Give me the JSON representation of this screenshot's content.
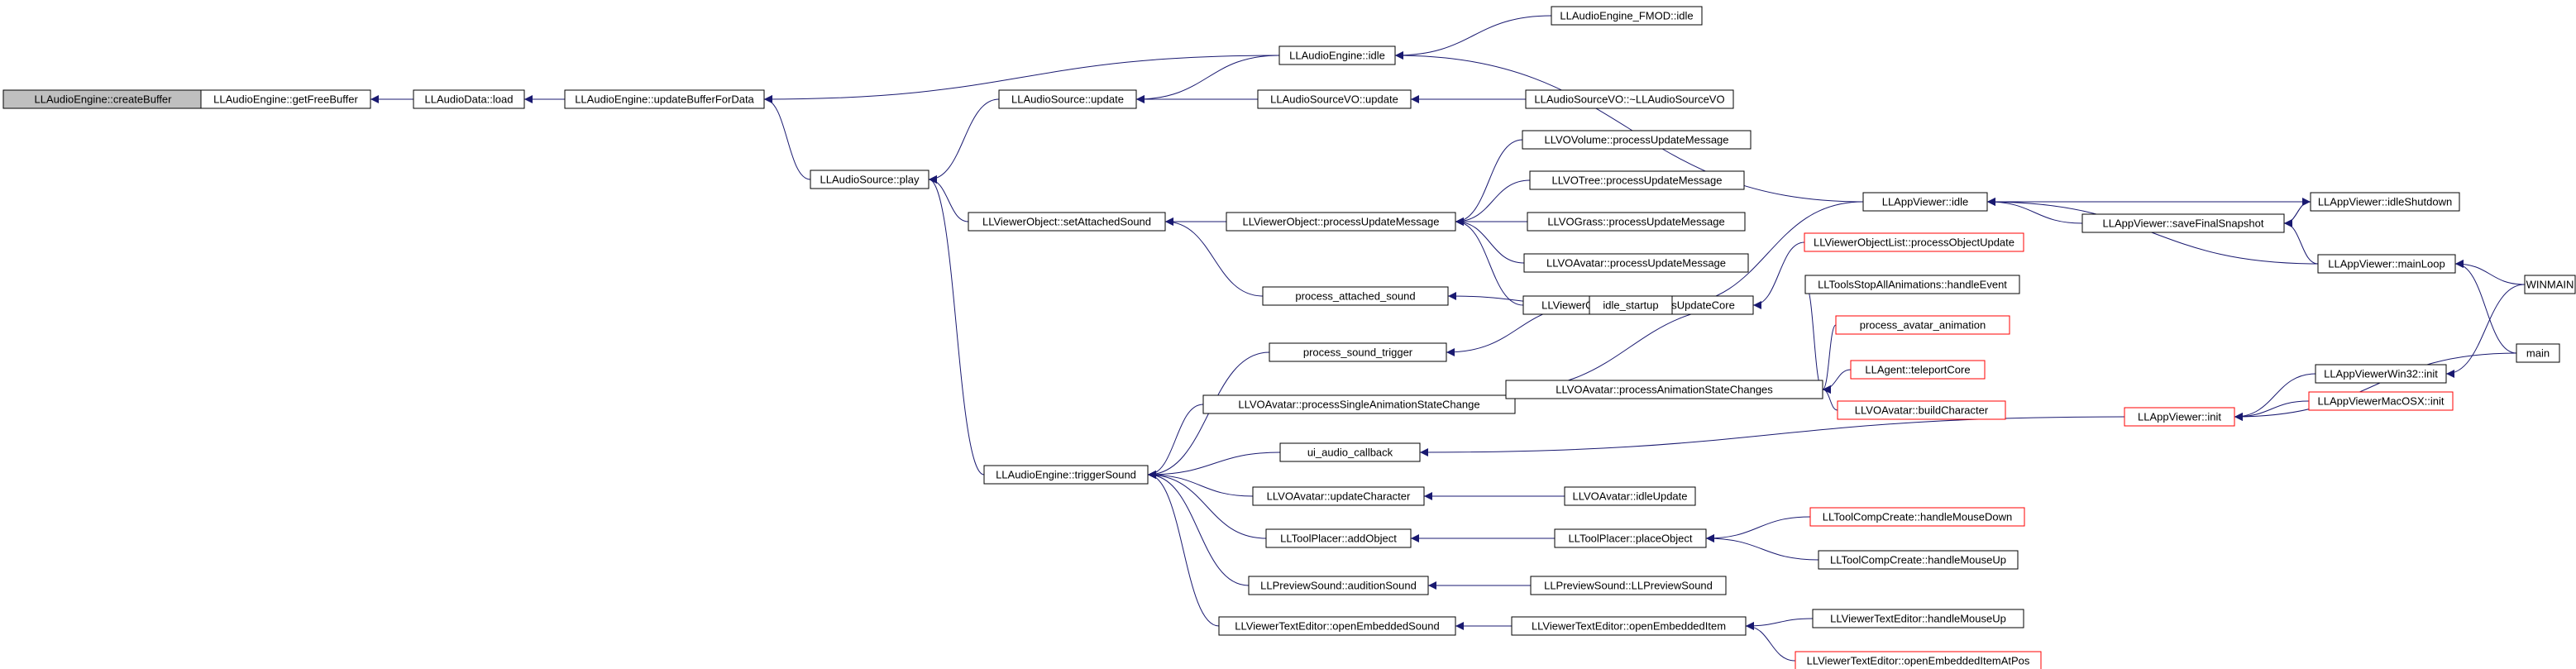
{
  "colors": {
    "edge": "#191970",
    "box": "#000000",
    "box_missing": "#ff0000",
    "highlight_fill": "#bfbfbf",
    "text": "#000000"
  },
  "nodes": [
    {
      "id": "n0",
      "label": "LLAudioEngine::createBuffer",
      "highlight": true
    },
    {
      "id": "n1",
      "label": "LLAudioEngine::getFreeBuffer"
    },
    {
      "id": "n2",
      "label": "LLAudioData::load"
    },
    {
      "id": "n3",
      "label": "LLAudioEngine::updateBufferForData"
    },
    {
      "id": "n4",
      "label": "LLAudioEngine::idle"
    },
    {
      "id": "n5",
      "label": "LLAudioEngine_FMOD::idle"
    },
    {
      "id": "n6",
      "label": "LLAudioSource::update"
    },
    {
      "id": "n7",
      "label": "LLAudioSourceVO::update"
    },
    {
      "id": "n8",
      "label": "LLAudioSourceVO::~LLAudioSourceVO"
    },
    {
      "id": "n9",
      "label": "LLAudioSource::play"
    },
    {
      "id": "n10",
      "label": "LLViewerObject::setAttachedSound"
    },
    {
      "id": "n11",
      "label": "LLViewerObject::processUpdateMessage"
    },
    {
      "id": "n12",
      "label": "LLVOVolume::processUpdateMessage"
    },
    {
      "id": "n13",
      "label": "LLVOTree::processUpdateMessage"
    },
    {
      "id": "n14",
      "label": "LLVOGrass::processUpdateMessage"
    },
    {
      "id": "n15",
      "label": "LLVOAvatar::processUpdateMessage"
    },
    {
      "id": "n16",
      "label": "LLViewerObjectList::processUpdateCore"
    },
    {
      "id": "n17",
      "label": "LLViewerObjectList::processObjectUpdate",
      "missing": true
    },
    {
      "id": "n18",
      "label": "process_attached_sound"
    },
    {
      "id": "n19",
      "label": "idle_startup"
    },
    {
      "id": "n20",
      "label": "LLAppViewer::idle"
    },
    {
      "id": "n21",
      "label": "LLAppViewer::saveFinalSnapshot"
    },
    {
      "id": "n22",
      "label": "LLAppViewer::idleShutdown"
    },
    {
      "id": "n23",
      "label": "LLAppViewer::mainLoop"
    },
    {
      "id": "n24",
      "label": "WINMAIN"
    },
    {
      "id": "n25",
      "label": "main"
    },
    {
      "id": "n26",
      "label": "process_sound_trigger"
    },
    {
      "id": "n27",
      "label": "LLVOAvatar::processSingleAnimationStateChange"
    },
    {
      "id": "n28",
      "label": "LLVOAvatar::processAnimationStateChanges"
    },
    {
      "id": "n29",
      "label": "LLToolsStopAllAnimations::handleEvent"
    },
    {
      "id": "n30",
      "label": "process_avatar_animation",
      "missing": true
    },
    {
      "id": "n31",
      "label": "LLAgent::teleportCore",
      "missing": true
    },
    {
      "id": "n32",
      "label": "LLVOAvatar::buildCharacter",
      "missing": true
    },
    {
      "id": "n33",
      "label": "LLAudioEngine::triggerSound"
    },
    {
      "id": "n34",
      "label": "ui_audio_callback"
    },
    {
      "id": "n35",
      "label": "LLAppViewer::init",
      "missing": true
    },
    {
      "id": "n36",
      "label": "LLAppViewerWin32::init"
    },
    {
      "id": "n37",
      "label": "LLAppViewerMacOSX::init",
      "missing": true
    },
    {
      "id": "n38",
      "label": "LLVOAvatar::updateCharacter"
    },
    {
      "id": "n39",
      "label": "LLVOAvatar::idleUpdate"
    },
    {
      "id": "n40",
      "label": "LLToolPlacer::addObject"
    },
    {
      "id": "n41",
      "label": "LLToolPlacer::placeObject"
    },
    {
      "id": "n42",
      "label": "LLToolCompCreate::handleMouseDown",
      "missing": true
    },
    {
      "id": "n43",
      "label": "LLToolCompCreate::handleMouseUp"
    },
    {
      "id": "n44",
      "label": "LLPreviewSound::auditionSound"
    },
    {
      "id": "n45",
      "label": "LLPreviewSound::LLPreviewSound"
    },
    {
      "id": "n46",
      "label": "LLViewerTextEditor::openEmbeddedSound"
    },
    {
      "id": "n47",
      "label": "LLViewerTextEditor::openEmbeddedItem"
    },
    {
      "id": "n48",
      "label": "LLViewerTextEditor::handleMouseUp"
    },
    {
      "id": "n49",
      "label": "LLViewerTextEditor::openEmbeddedItemAtPos",
      "missing": true
    }
  ],
  "edges": [
    [
      "n0",
      "n1"
    ],
    [
      "n1",
      "n2"
    ],
    [
      "n2",
      "n3"
    ],
    [
      "n3",
      "n4"
    ],
    [
      "n3",
      "n9"
    ],
    [
      "n4",
      "n5"
    ],
    [
      "n4",
      "n20"
    ],
    [
      "n6",
      "n4"
    ],
    [
      "n6",
      "n7"
    ],
    [
      "n7",
      "n8"
    ],
    [
      "n9",
      "n6"
    ],
    [
      "n9",
      "n10"
    ],
    [
      "n9",
      "n33"
    ],
    [
      "n10",
      "n11"
    ],
    [
      "n10",
      "n18"
    ],
    [
      "n11",
      "n12"
    ],
    [
      "n11",
      "n13"
    ],
    [
      "n11",
      "n14"
    ],
    [
      "n11",
      "n15"
    ],
    [
      "n11",
      "n16"
    ],
    [
      "n16",
      "n17"
    ],
    [
      "n18",
      "n19"
    ],
    [
      "n19",
      "n20"
    ],
    [
      "n20",
      "n21"
    ],
    [
      "n20",
      "n22"
    ],
    [
      "n20",
      "n23"
    ],
    [
      "n21",
      "n22"
    ],
    [
      "n21",
      "n23"
    ],
    [
      "n22",
      "n21"
    ],
    [
      "n23",
      "n24"
    ],
    [
      "n23",
      "n25"
    ],
    [
      "n33",
      "n26"
    ],
    [
      "n33",
      "n27"
    ],
    [
      "n33",
      "n34"
    ],
    [
      "n33",
      "n38"
    ],
    [
      "n33",
      "n40"
    ],
    [
      "n33",
      "n44"
    ],
    [
      "n33",
      "n46"
    ],
    [
      "n26",
      "n19"
    ],
    [
      "n27",
      "n28"
    ],
    [
      "n28",
      "n29"
    ],
    [
      "n28",
      "n30"
    ],
    [
      "n28",
      "n31"
    ],
    [
      "n28",
      "n32"
    ],
    [
      "n28",
      "n16"
    ],
    [
      "n34",
      "n35"
    ],
    [
      "n35",
      "n36"
    ],
    [
      "n35",
      "n37"
    ],
    [
      "n35",
      "n25"
    ],
    [
      "n36",
      "n24"
    ],
    [
      "n38",
      "n39"
    ],
    [
      "n40",
      "n41"
    ],
    [
      "n41",
      "n42"
    ],
    [
      "n41",
      "n43"
    ],
    [
      "n44",
      "n45"
    ],
    [
      "n46",
      "n47"
    ],
    [
      "n47",
      "n48"
    ],
    [
      "n47",
      "n49"
    ]
  ]
}
